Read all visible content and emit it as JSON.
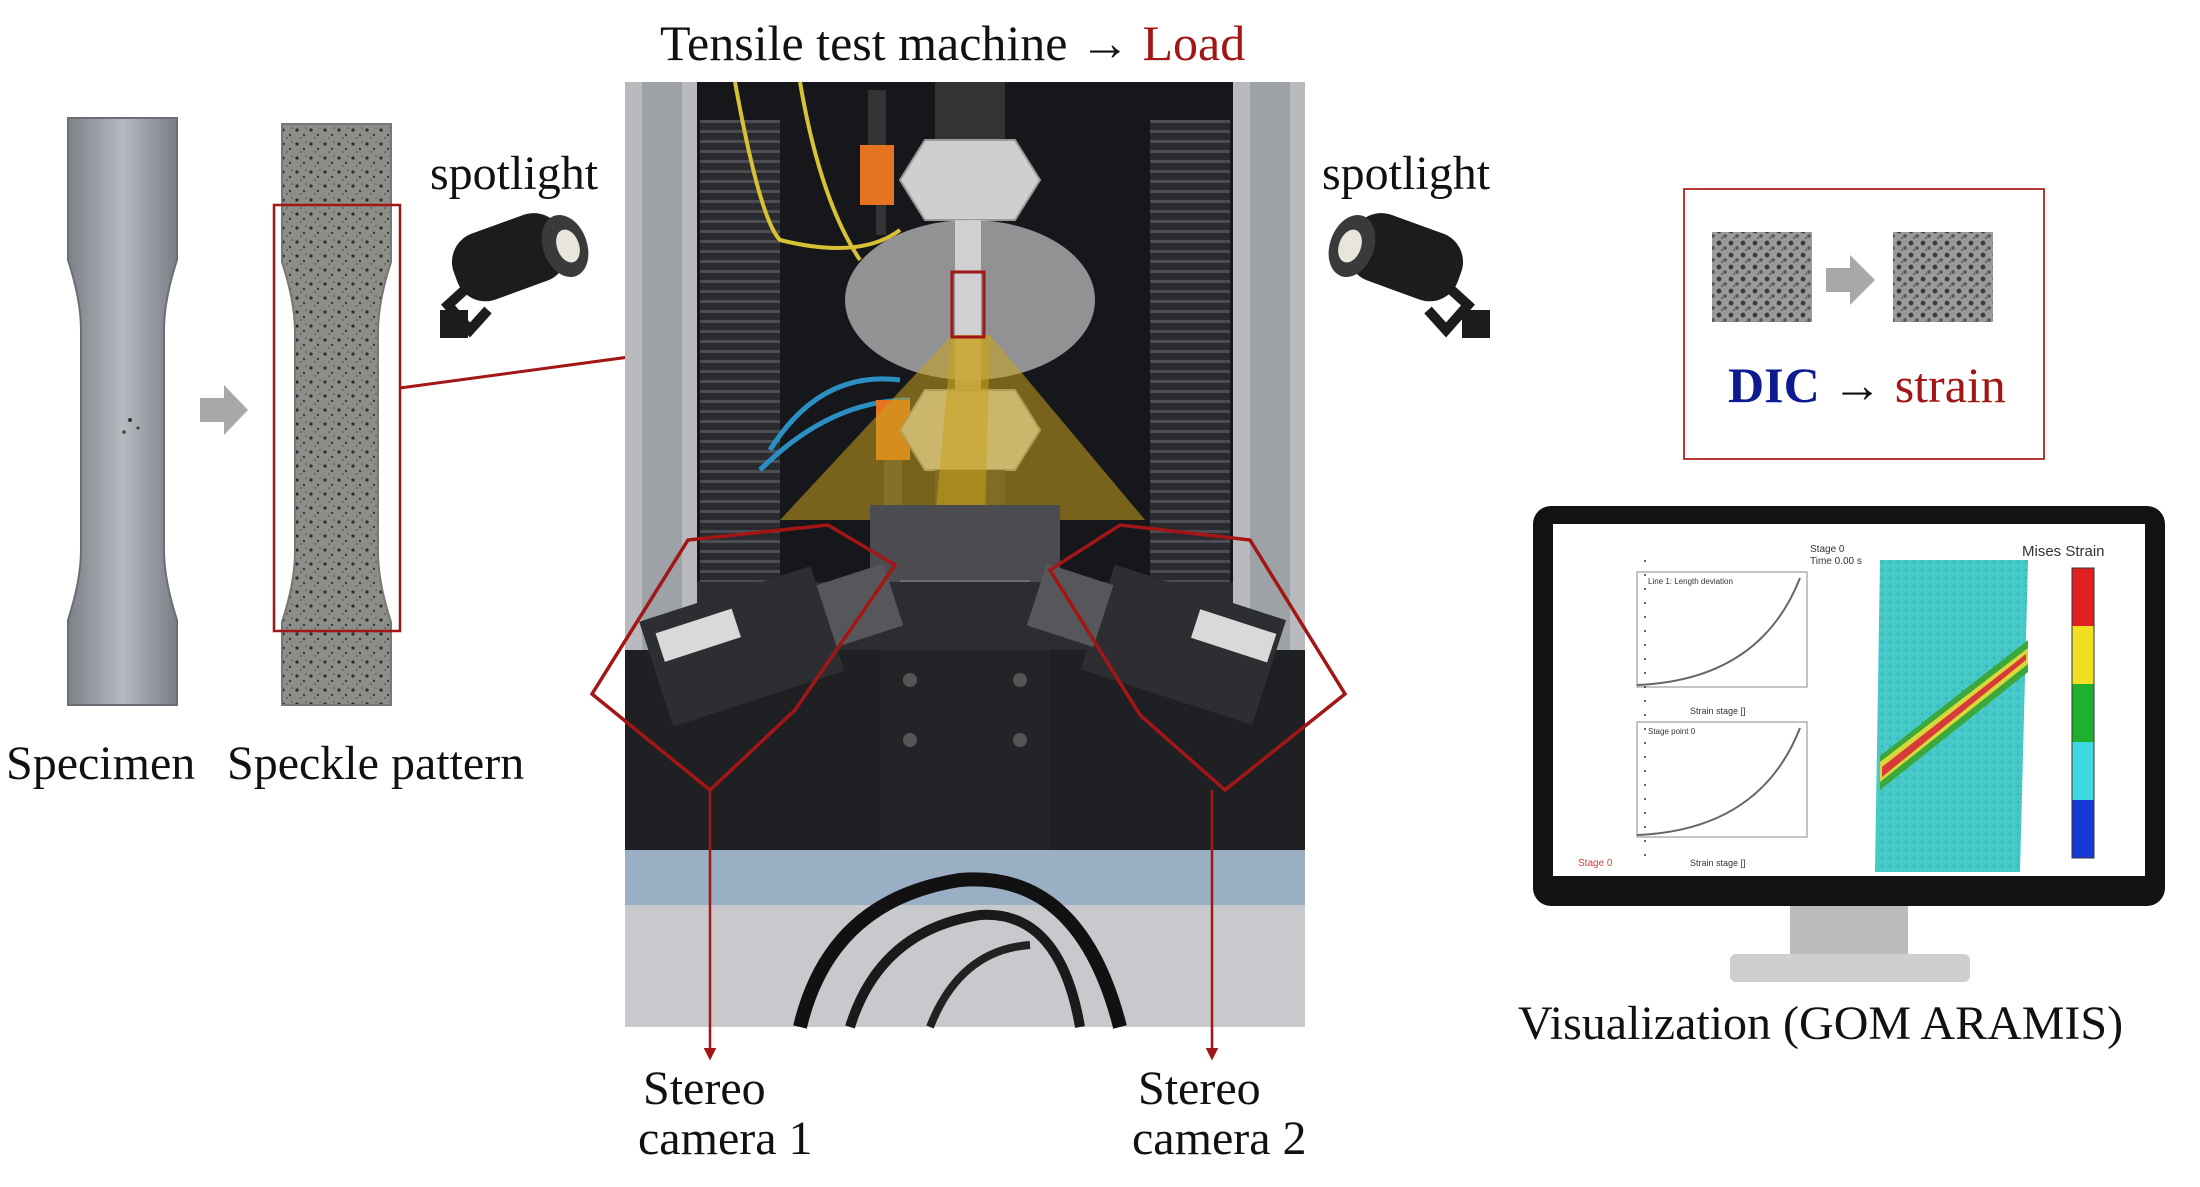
{
  "title": {
    "prefix": "Tensile test machine",
    "arrow": "→",
    "highlight": "Load"
  },
  "spotlight_left": "spotlight",
  "spotlight_right": "spotlight",
  "specimen_label": "Specimen",
  "speckle_label": "Speckle pattern",
  "camera1": {
    "line1": "Stereo",
    "line2": "camera 1"
  },
  "camera2": {
    "line1": "Stereo",
    "line2": "camera 2"
  },
  "dic": {
    "method": "DIC",
    "arrow": "→",
    "result": "strain"
  },
  "visualization_label": "Visualization (GOM ARAMIS)",
  "monitor": {
    "legend_title": "Mises Strain",
    "stage_info": "Stage 0",
    "stage_time": "Time  0.00 s",
    "plot1_legend": "Line 1: Length deviation",
    "plot2_legend": "Stage point 0",
    "x_axis_label": "Strain stage []",
    "stage_label": "Stage 0"
  },
  "colors": {
    "highlight_red": "#a31616",
    "dic_blue": "#0e1a8f",
    "frame_red": "#a31616",
    "arrow_gray": "#a8a8a8",
    "beam_yellow": "#c8a21e"
  }
}
